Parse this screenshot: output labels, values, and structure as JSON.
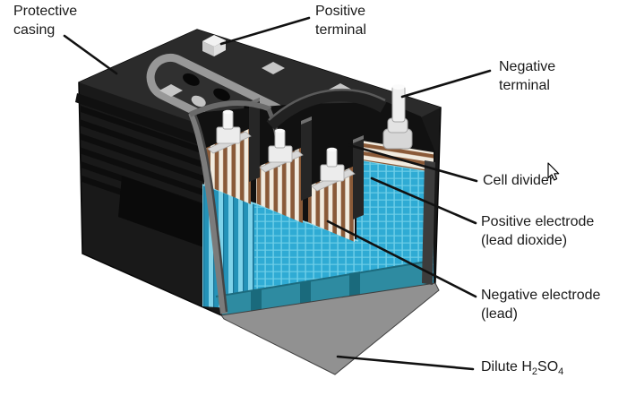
{
  "figure": {
    "labels": {
      "protective_casing": {
        "line1": "Protective",
        "line2": "casing"
      },
      "positive_terminal": {
        "line1": "Positive",
        "line2": "terminal"
      },
      "negative_terminal": {
        "line1": "Negative",
        "line2": "terminal"
      },
      "cell_divider": {
        "line1": "Cell divider"
      },
      "positive_electrode": {
        "line1": "Positive electrode",
        "line2": "(lead dioxide)"
      },
      "negative_electrode": {
        "line1": "Negative electrode",
        "line2": "(lead)"
      },
      "dilute_acid": {
        "prefix": "Dilute H",
        "sub_1": "2",
        "formula_mid": "SO",
        "sub_2": "4"
      }
    },
    "colors": {
      "background": "#ffffff",
      "casing_black": "#191919",
      "casing_top": "#2b2b2b",
      "cut_edge_gray": "#7b7b7b",
      "handle_gray": "#989898",
      "plate_cyan": "#2fabd4",
      "plate_cyan_light": "#7fd3ea",
      "electrolyte_teal": "#2e8ba1",
      "electrode_brown": "#8a5a38",
      "electrode_white": "#f1ebdf",
      "terminal_white": "#efefef",
      "label_text": "#1a1a1a",
      "leader_line": "#111111"
    }
  }
}
